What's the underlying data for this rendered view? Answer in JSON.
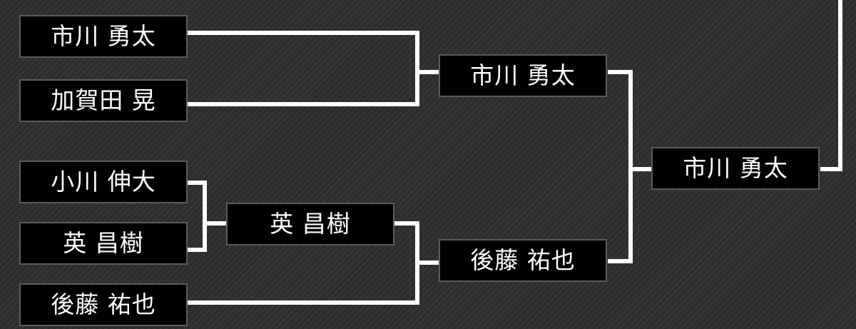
{
  "bracket": {
    "round1": [
      {
        "name": "市川 勇太"
      },
      {
        "name": "加賀田 晃"
      },
      {
        "name": "小川 伸大"
      },
      {
        "name": "英 昌樹"
      },
      {
        "name": "後藤 祐也"
      }
    ],
    "round2": [
      {
        "name": "英 昌樹"
      }
    ],
    "round3": [
      {
        "name": "市川 勇太"
      },
      {
        "name": "後藤 祐也"
      }
    ],
    "round4": [
      {
        "name": "市川 勇太"
      }
    ]
  }
}
